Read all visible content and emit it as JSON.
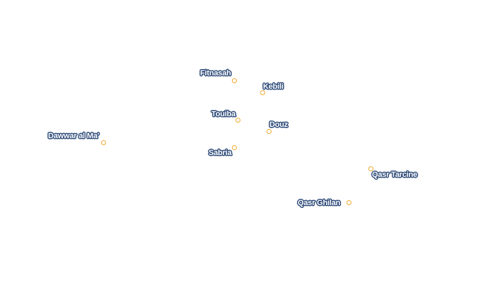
{
  "map": {
    "places": {
      "fitnasah": {
        "name": "Fitnasah"
      },
      "kebili": {
        "name": "Kebili"
      },
      "touiba": {
        "name": "Touiba"
      },
      "douz": {
        "name": "Douz"
      },
      "dawwar": {
        "name": "Dawwar al Ma'"
      },
      "sabria": {
        "name": "Sabria"
      },
      "qasr_tarcine": {
        "name": "Qasr Tarcine"
      },
      "qasr_ghilan": {
        "name": "Qasr Ghilan"
      }
    },
    "colors": {
      "marker_stroke": "#f0a830",
      "label_halo": "#2d4a78",
      "label_text": "#ffffff",
      "background": "#ffffff"
    }
  }
}
